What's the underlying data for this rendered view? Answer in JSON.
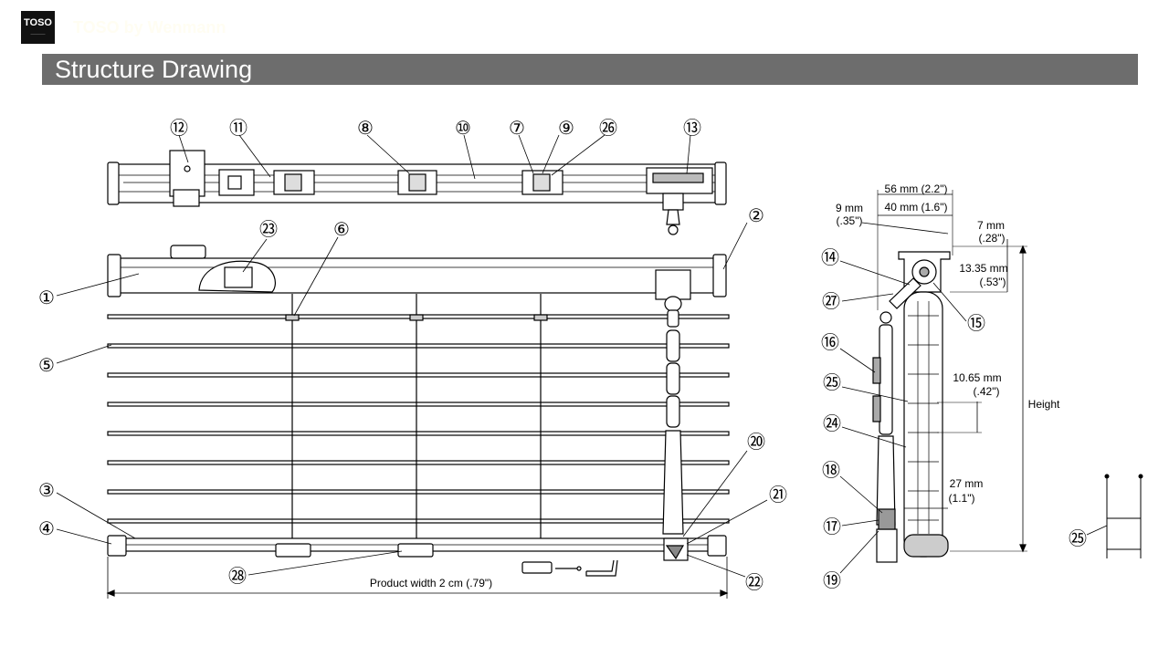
{
  "header": {
    "logo_text": "TOSO",
    "logo_sub": "————",
    "brand": "TOSO by Wenmann",
    "title": "Structure Drawing"
  },
  "callouts": {
    "c1": "①",
    "c2": "②",
    "c3": "③",
    "c4": "④",
    "c5": "⑤",
    "c6": "⑥",
    "c7": "⑦",
    "c8": "⑧",
    "c9": "⑨",
    "c10": "⑩",
    "c11": "⑪",
    "c12": "⑫",
    "c13": "⑬",
    "c14": "⑭",
    "c15": "⑮",
    "c16": "⑯",
    "c17": "⑰",
    "c18": "⑱",
    "c19": "⑲",
    "c20": "⑳",
    "c21": "㉑",
    "c22": "㉒",
    "c23": "㉓",
    "c24": "㉔",
    "c25": "㉕",
    "c26": "㉖",
    "c27": "㉗",
    "c28": "㉘"
  },
  "dimensions": {
    "d56": "56 mm (2.2\")",
    "d40": "40 mm (1.6\")",
    "d9a": "9 mm",
    "d9b": "(.35\")",
    "d7a": "7 mm",
    "d7b": "(.28\")",
    "d1335a": "13.35 mm",
    "d1335b": "(.53\")",
    "d1065a": "10.65 mm",
    "d1065b": "(.42\")",
    "d27a": "27 mm",
    "d27b": "(1.1\")",
    "height": "Height",
    "width": "Product width  2 cm (.79\")"
  }
}
